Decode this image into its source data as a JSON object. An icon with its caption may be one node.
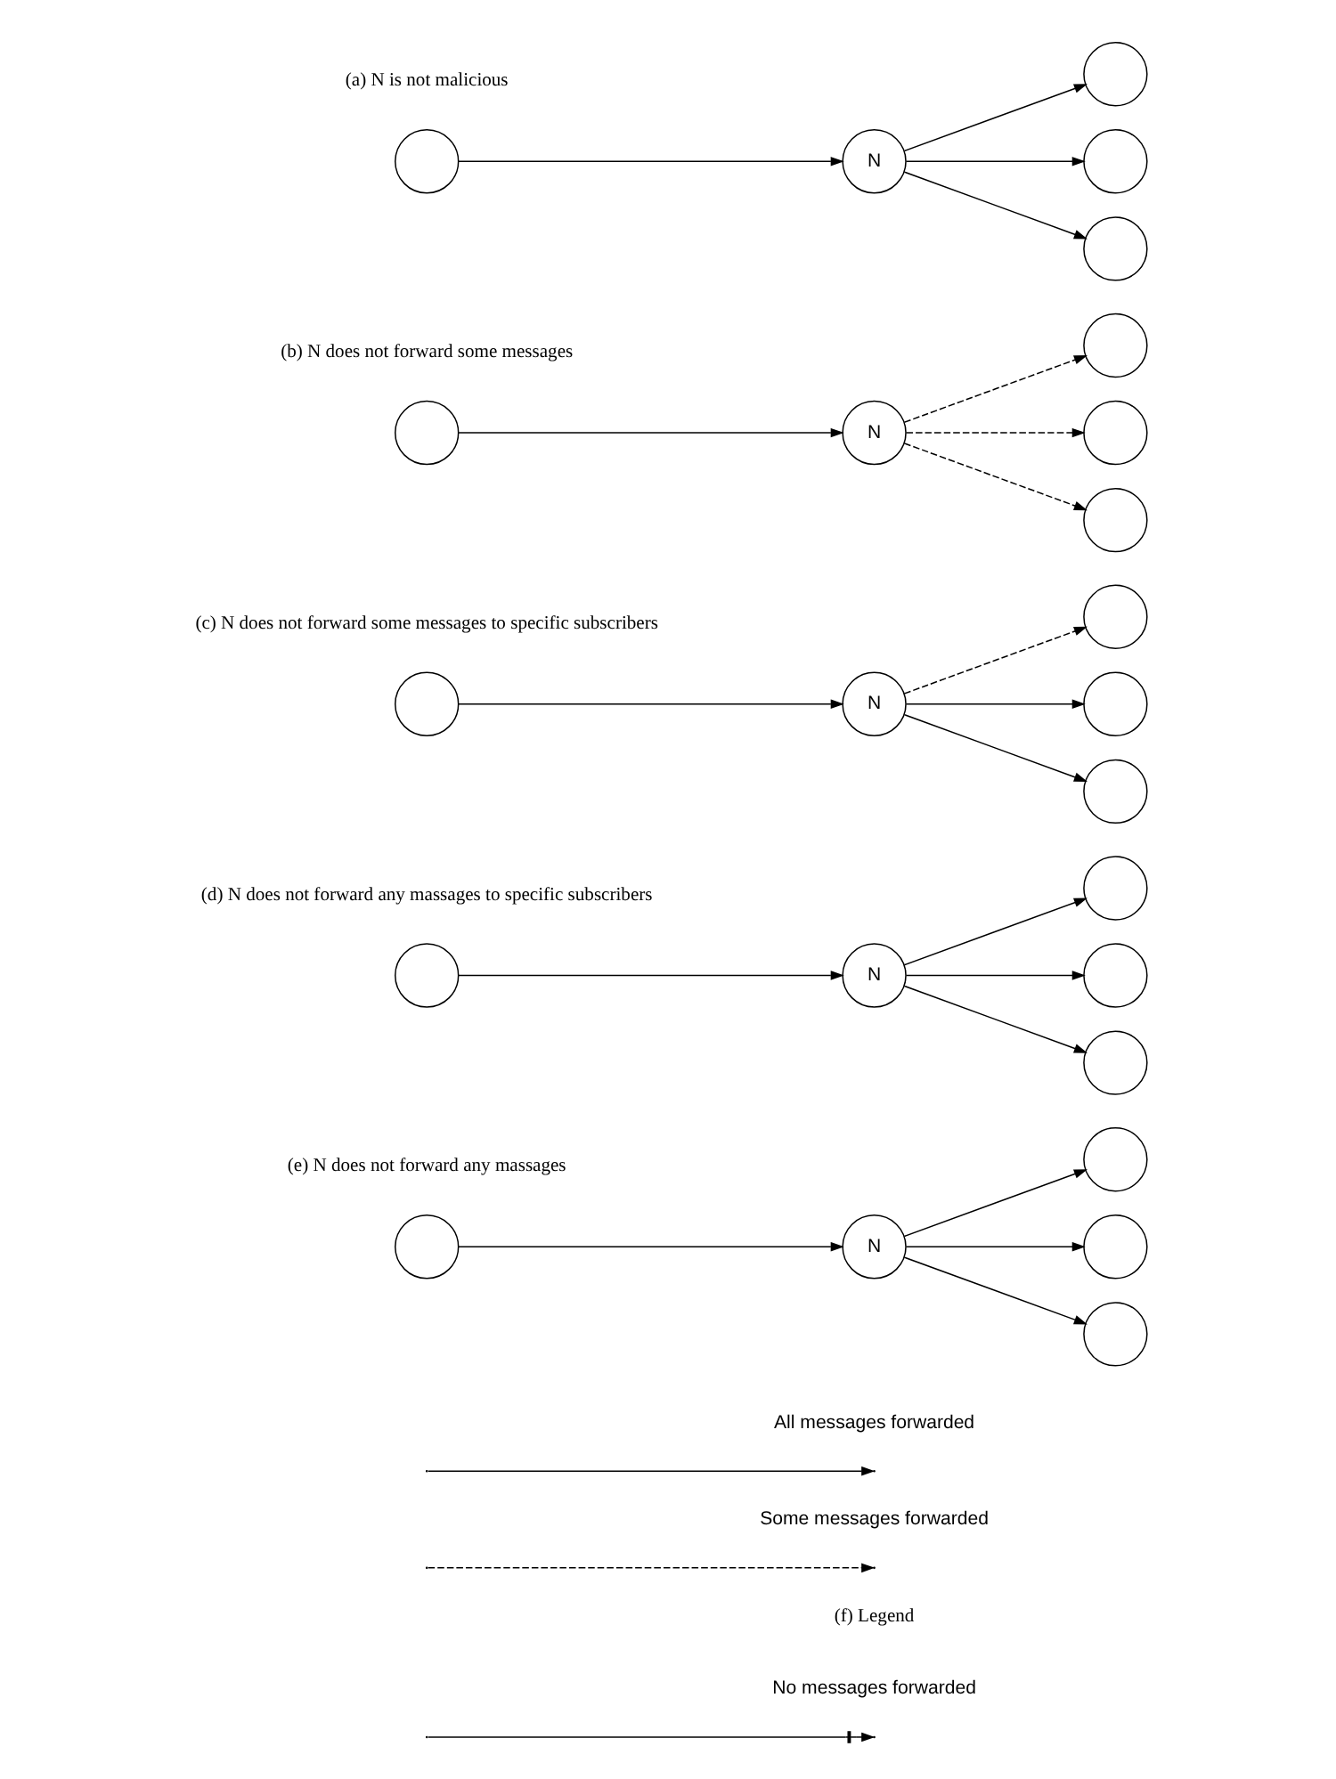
{
  "diagram": {
    "nodes": [
      {
        "text": [],
        "shape": "circle"
      },
      {
        "text": [
          "N"
        ]
      },
      {
        "text": [],
        "shape": "circle"
      },
      {
        "text": [],
        "shape": "circle"
      },
      {
        "text": [],
        "shape": "circle"
      },
      {
        "text": [],
        "shape": "circle"
      },
      {
        "text": [
          "N"
        ]
      },
      {
        "text": [],
        "shape": "circle"
      },
      {
        "text": [],
        "shape": "circle"
      },
      {
        "text": [],
        "shape": "circle"
      },
      {
        "text": [],
        "shape": "circle"
      },
      {
        "text": [
          "N"
        ]
      },
      {
        "text": [],
        "shape": "circle"
      },
      {
        "text": [],
        "shape": "circle"
      },
      {
        "text": [],
        "shape": "circle"
      },
      {
        "text": [],
        "shape": "circle"
      },
      {
        "text": [
          "N"
        ]
      },
      {
        "text": [],
        "shape": "circle"
      },
      {
        "text": [],
        "shape": "circle"
      },
      {
        "text": [],
        "shape": "circle"
      },
      {
        "text": [],
        "shape": "circle"
      },
      {
        "text": [
          "N"
        ]
      },
      {
        "text": [],
        "shape": "circle"
      },
      {
        "text": [],
        "shape": "circle"
      },
      {
        "text": [],
        "shape": "circle"
      }
    ],
    "edges": [
      {
        "from": 0,
        "to": 1,
        "arrow": "to"
      },
      {
        "from": 1,
        "to": 2,
        "arrow": "to"
      },
      {
        "from": 1,
        "to": 3,
        "arrow": "to"
      },
      {
        "from": 1,
        "to": 4,
        "arrow": "to"
      },
      {
        "from": 5,
        "to": 6,
        "arrow": "to"
      },
      {
        "from": 6,
        "to": 7,
        "arrow": "to",
        "style": "dashed"
      },
      {
        "from": 6,
        "to": 8,
        "arrow": "to",
        "style": "dashed"
      },
      {
        "from": 6,
        "to": 9,
        "arrow": "to",
        "style": "dashed"
      },
      {
        "from": 10,
        "to": 11,
        "arrow": "to"
      },
      {
        "from": 11,
        "to": 12,
        "arrow": "to"
      },
      {
        "from": 11,
        "to": 13,
        "arrow": "to"
      },
      {
        "from": 11,
        "to": 14,
        "arrow": "to",
        "style": "dashed"
      },
      {
        "from": 15,
        "to": 16,
        "arrow": "to"
      },
      {
        "from": 16,
        "to": 17,
        "arrow": "to"
      },
      {
        "from": 16,
        "to": 18,
        "arrow": "to"
      },
      {
        "from": 16,
        "to": 19,
        "arrow": "to"
      },
      {
        "from": 20,
        "to": 21,
        "arrow": "to"
      },
      {
        "from": 21,
        "to": 22,
        "arrow": "to"
      },
      {
        "from": 21,
        "to": 23,
        "arrow": "to"
      },
      {
        "from": 21,
        "to": 24,
        "arrow": "to"
      }
    ],
    "labels": [
      "(a) N is not malicious",
      "(b) N does not forward some messages",
      "(c) N does not forward some messages to specific subscribers",
      "(d) N does not forward any massages to specific subscribers",
      "(e) N does not forward any massages",
      "(f) Legend"
    ],
    "legend": [
      {
        "text": "All messages forwarded"
      },
      {
        "text": "Some messages forwarded"
      },
      {
        "text": "No messages forwarded"
      }
    ]
  }
}
